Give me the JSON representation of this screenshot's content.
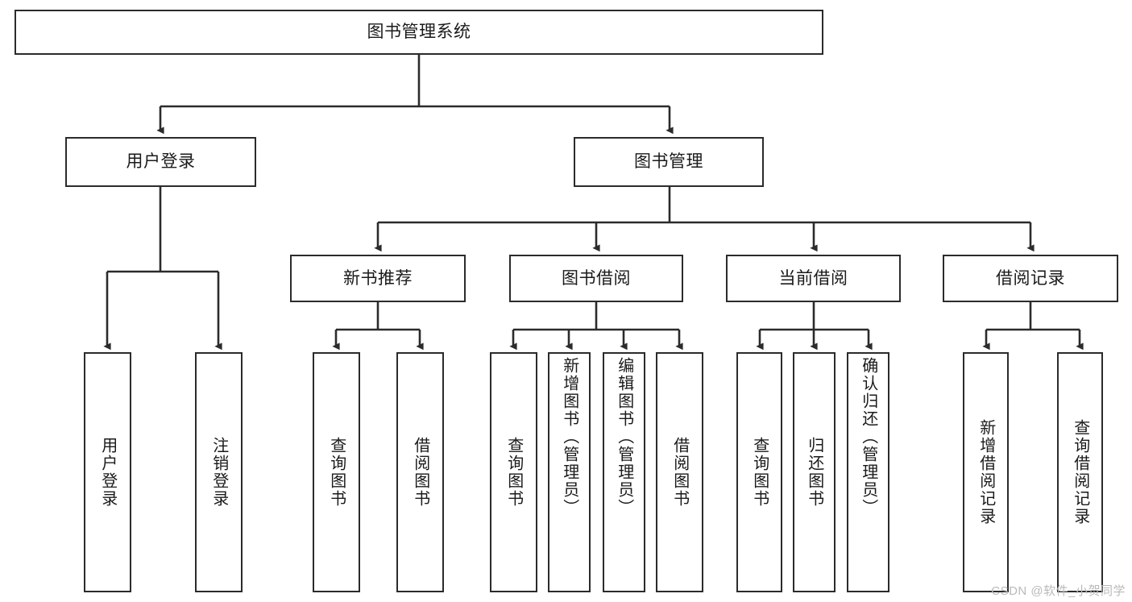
{
  "diagram": {
    "title": "图书管理系统",
    "type": "tree-hierarchy",
    "colors": {
      "stroke": "#2b2b2b",
      "fill": "#ffffff",
      "text": "#1a1a1a",
      "watermark": "#b9b9b9"
    },
    "root": {
      "label": "图书管理系统"
    },
    "level2": [
      {
        "label": "用户登录"
      },
      {
        "label": "图书管理"
      }
    ],
    "level3": [
      {
        "label": "新书推荐"
      },
      {
        "label": "图书借阅"
      },
      {
        "label": "当前借阅"
      },
      {
        "label": "借阅记录"
      }
    ],
    "leaves": {
      "user_login": [
        {
          "label": "用户登录"
        },
        {
          "label": "注销登录"
        }
      ],
      "new_book_recommend": [
        {
          "label": "查询图书"
        },
        {
          "label": "借阅图书"
        }
      ],
      "book_borrow": [
        {
          "label": "查询图书"
        },
        {
          "label": "新增图书（管理员）"
        },
        {
          "label": "编辑图书（管理员）"
        },
        {
          "label": "借阅图书"
        }
      ],
      "current_borrow": [
        {
          "label": "查询图书"
        },
        {
          "label": "归还图书"
        },
        {
          "label": "确认归还（管理员）"
        }
      ],
      "borrow_record": [
        {
          "label": "新增借阅记录"
        },
        {
          "label": "查询借阅记录"
        }
      ]
    }
  },
  "watermark": {
    "text": "CSDN @软件_小贺同学"
  }
}
